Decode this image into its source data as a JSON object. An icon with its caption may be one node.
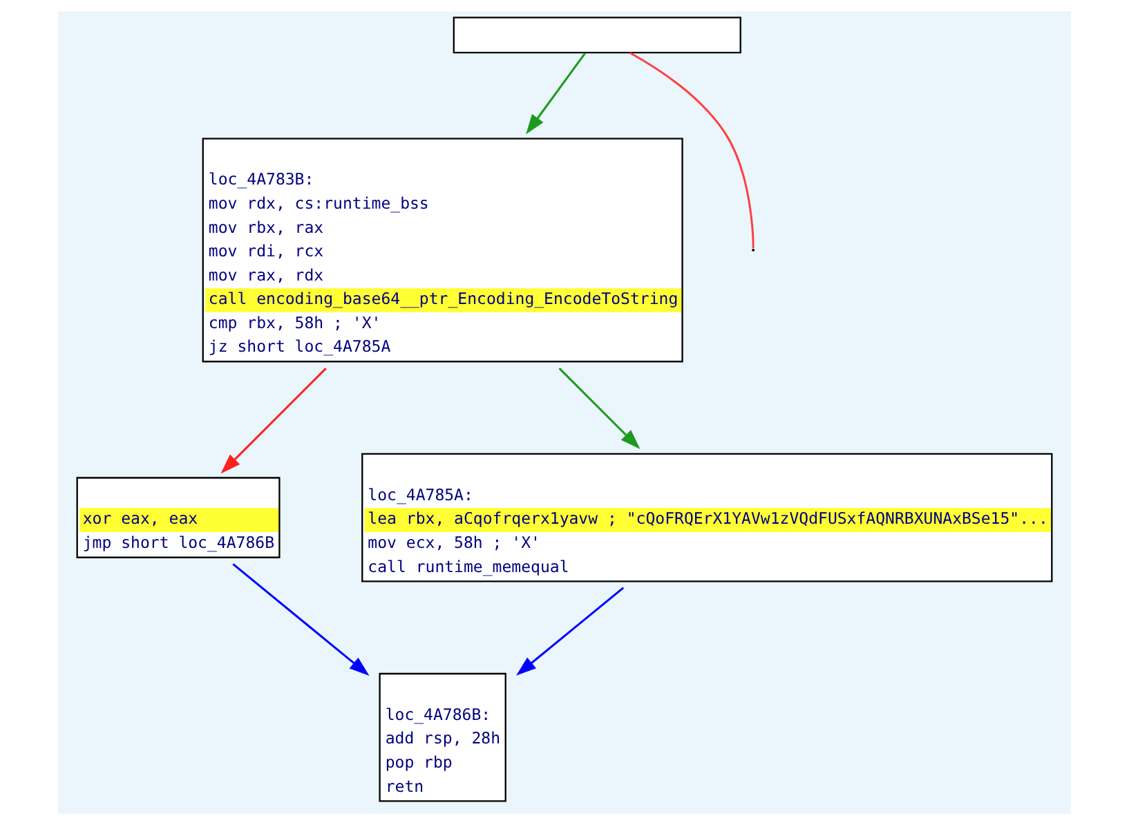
{
  "diagram": {
    "nodes": [
      {
        "text": [],
        "shape": "box"
      },
      {
        "text": [
          "loc_4A783B:",
          "mov rdx, cs:runtime_bss",
          "mov rbx, rax",
          "mov rdi, rcx",
          "mov rax, rdx",
          "call encoding_base64__ptr_Encoding_EncodeToString",
          "cmp rbx, 58h ; 'X'",
          "jz short loc_4A785A"
        ]
      },
      {
        "text": [
          "xor eax, eax",
          "jmp short loc_4A786B"
        ]
      },
      {
        "text": [
          "loc_4A785A:",
          "lea rbx, aCqofrqerx1yavw ; \"cQoFRQErX1YAVw1zVQdFUSxfAQNRBXUNAxBSe15\"...",
          "mov ecx, 58h ; 'X'",
          "call runtime_memequal"
        ]
      },
      {
        "text": [
          "loc_4A786B:",
          "add rsp, 28h",
          "pop rbp",
          "retn"
        ]
      }
    ],
    "edges": [
      {
        "from": 0,
        "to": 1,
        "arrow": "to",
        "color": "#1e9a1e"
      },
      {
        "from": 0,
        "to": null,
        "arrow": "none",
        "color": "#ff4040"
      },
      {
        "from": 1,
        "to": 2,
        "arrow": "to",
        "color": "#ff2020"
      },
      {
        "from": 1,
        "to": 3,
        "arrow": "to",
        "color": "#1e9a1e"
      },
      {
        "from": 2,
        "to": 4,
        "arrow": "to",
        "color": "#0000ff"
      },
      {
        "from": 3,
        "to": 4,
        "arrow": "to",
        "color": "#0000ff"
      }
    ]
  }
}
